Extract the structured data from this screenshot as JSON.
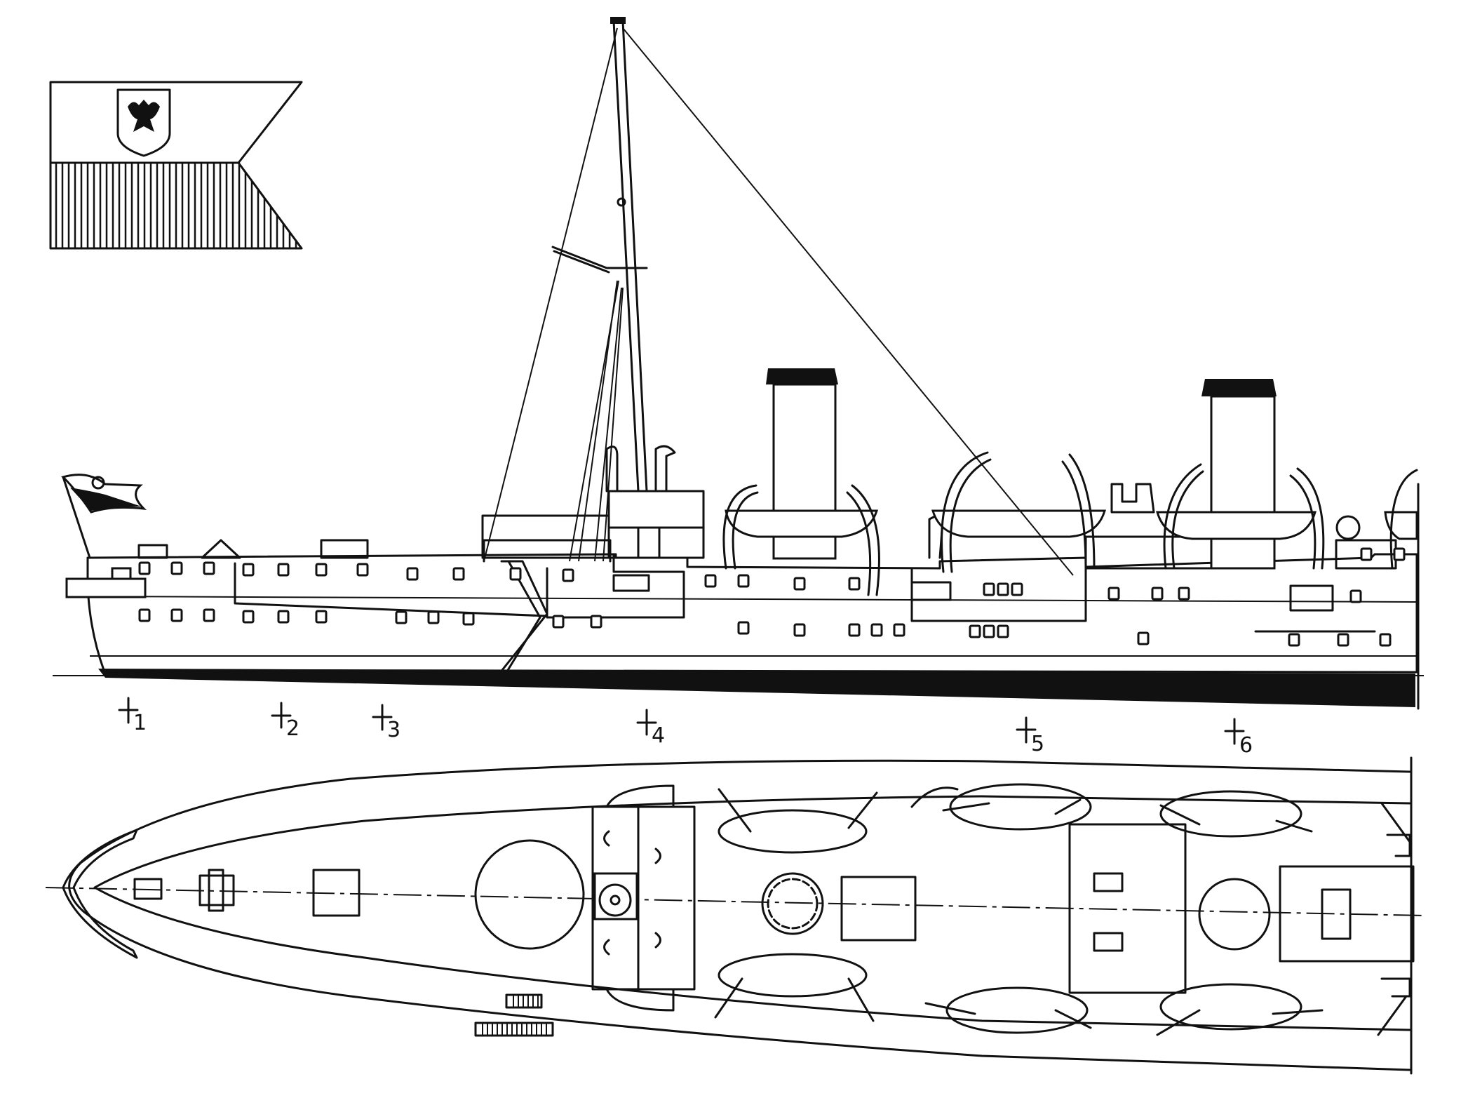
{
  "markers": [
    {
      "id": "1",
      "label": "1"
    },
    {
      "id": "2",
      "label": "2"
    },
    {
      "id": "3",
      "label": "3"
    },
    {
      "id": "4",
      "label": "4"
    },
    {
      "id": "5",
      "label": "5"
    },
    {
      "id": "6",
      "label": "6"
    }
  ],
  "colors": {
    "ink": "#111111",
    "paper": "#ffffff"
  },
  "icons": {
    "flag": "naval-ensign-with-eagle",
    "ship": "warship-profile-and-plan"
  }
}
